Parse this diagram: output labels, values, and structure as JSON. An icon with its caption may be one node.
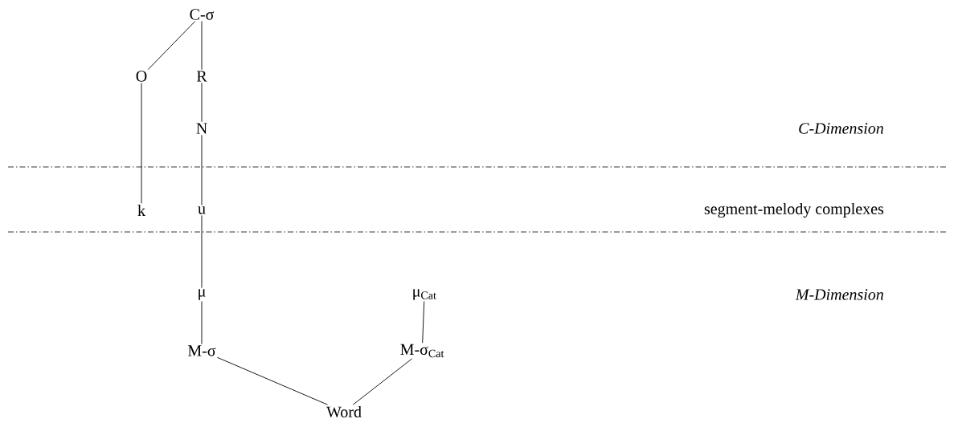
{
  "diagram": {
    "nodes": [
      {
        "text": [
          "C-σ"
        ]
      },
      {
        "text": [
          "O"
        ]
      },
      {
        "text": [
          "R"
        ]
      },
      {
        "text": [
          "N"
        ]
      },
      {
        "text": [
          "k"
        ]
      },
      {
        "text": [
          "u"
        ]
      },
      {
        "text": [
          "μ"
        ]
      },
      {
        "text": [
          "μ$_{Cat}$"
        ]
      },
      {
        "text": [
          "M-σ"
        ]
      },
      {
        "text": [
          "M-σ$_{Cat}$"
        ]
      },
      {
        "text": [
          "Word"
        ]
      }
    ],
    "edges": [
      {
        "from": 0,
        "to": 1,
        "arrow": "none"
      },
      {
        "from": 0,
        "to": 2,
        "arrow": "none"
      },
      {
        "from": 2,
        "to": 3,
        "arrow": "none"
      },
      {
        "from": 1,
        "to": 4,
        "arrow": "none"
      },
      {
        "from": 3,
        "to": 5,
        "arrow": "none"
      },
      {
        "from": 5,
        "to": 6,
        "arrow": "none"
      },
      {
        "from": 6,
        "to": 8,
        "arrow": "none"
      },
      {
        "from": 7,
        "to": 9,
        "arrow": "none"
      },
      {
        "from": 8,
        "to": 10,
        "arrow": "none"
      },
      {
        "from": 9,
        "to": 10,
        "arrow": "none"
      }
    ],
    "labels": [
      "C-Dimension",
      "segment-melody complexes",
      "M-Dimension"
    ]
  }
}
